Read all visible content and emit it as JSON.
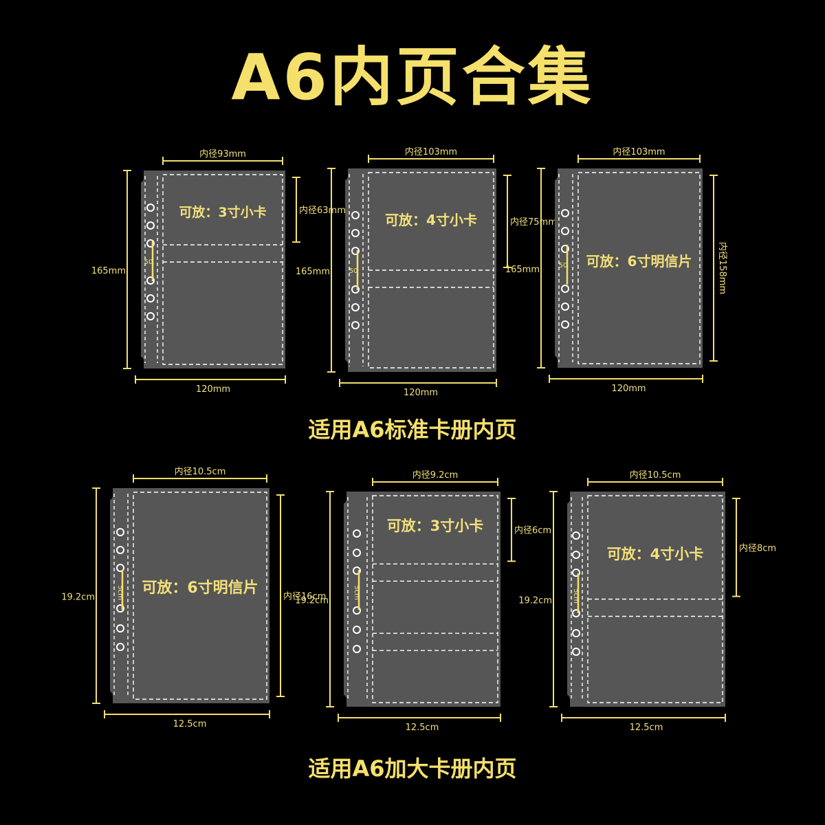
{
  "title": "A6内页合集",
  "sections": [
    {
      "caption": "适用A6标准卡册内页",
      "pages": [
        {
          "width_label": "120mm",
          "height_label": "165mm",
          "inner_width_label": "内径93mm",
          "inner_height_label": "内径63mm",
          "ring_label": "50",
          "card_label": "可放：3寸小卡",
          "pockets": 2
        },
        {
          "width_label": "120mm",
          "height_label": "165mm",
          "inner_width_label": "内径103mm",
          "inner_height_label": "内径75mm",
          "ring_label": "50",
          "card_label": "可放：4寸小卡",
          "pockets": 2
        },
        {
          "width_label": "120mm",
          "height_label": "165mm",
          "inner_width_label": "内径103mm",
          "inner_height_label": "内径158mm",
          "ring_label": "50",
          "card_label": "可放：6寸明信片",
          "pockets": 1
        }
      ]
    },
    {
      "caption": "适用A6加大卡册内页",
      "pages": [
        {
          "width_label": "12.5cm",
          "height_label": "19.2cm",
          "inner_width_label": "内径10.5cm",
          "inner_height_label": "内径16cm",
          "ring_label": "5cm",
          "card_label": "可放：6寸明信片",
          "pockets": 1
        },
        {
          "width_label": "12.5cm",
          "height_label": "19.2cm",
          "inner_width_label": "内径9.2cm",
          "inner_height_label": "内径6cm",
          "ring_label": "5cm",
          "card_label": "可放：3寸小卡",
          "pockets": 3
        },
        {
          "width_label": "12.5cm",
          "height_label": "19.2cm",
          "inner_width_label": "内径10.5cm",
          "inner_height_label": "内径8cm",
          "ring_label": "5cm",
          "card_label": "可放：4寸小卡",
          "pockets": 2
        }
      ]
    }
  ],
  "colors": {
    "background": "#000000",
    "accent": "#f5e06c",
    "sheet": "#565656",
    "stitch": "#ffffff"
  }
}
